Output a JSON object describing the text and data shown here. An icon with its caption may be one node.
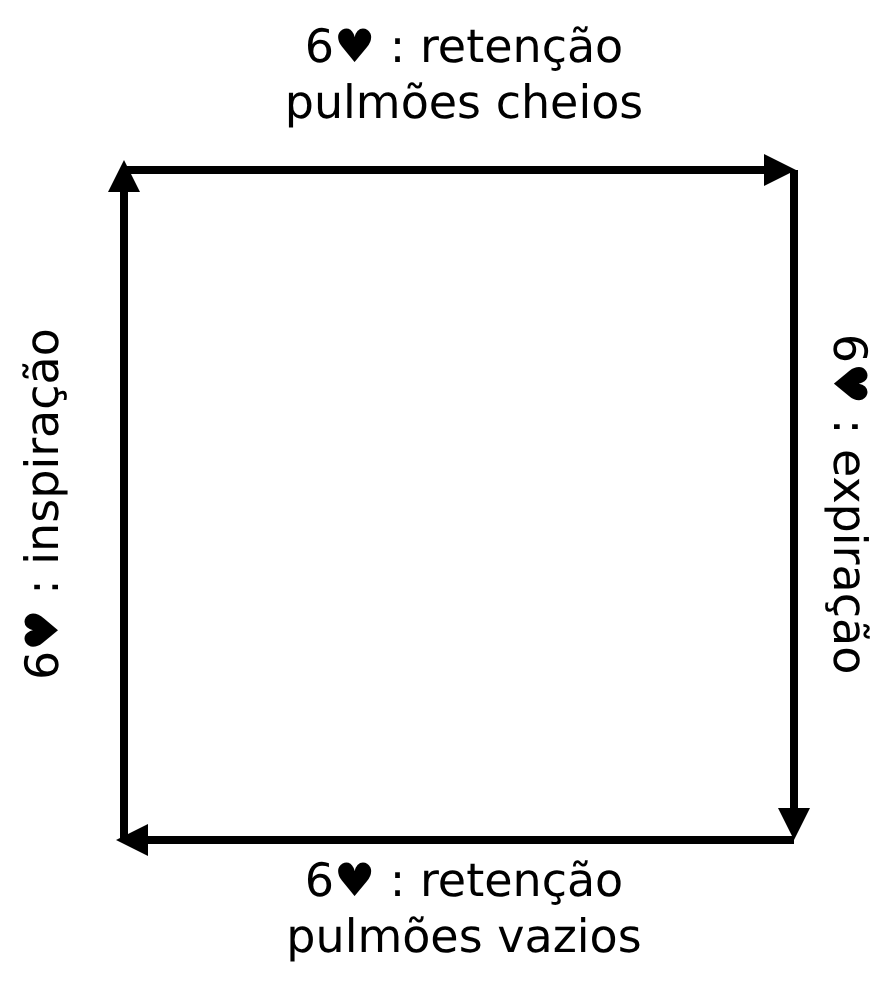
{
  "diagram": {
    "labels": [
      "6♥ : retenção pulmões cheios",
      "6♥ : inspiração",
      "6♥ : expiração",
      "6♥ : retenção pulmões vazios"
    ]
  }
}
